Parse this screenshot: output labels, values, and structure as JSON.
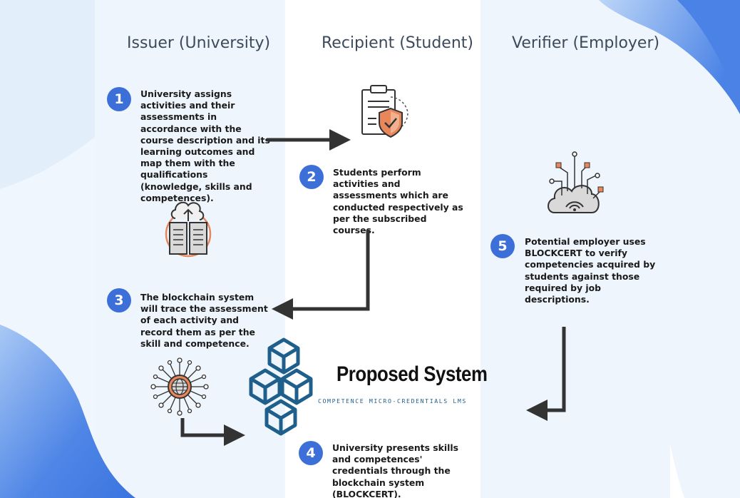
{
  "columns": {
    "issuer": "Issuer (University)",
    "recipient": "Recipient (Student)",
    "verifier": "Verifier (Employer)"
  },
  "steps": [
    {
      "number": "1",
      "text": "University assigns activities and their assessments in accordance with the course description and its learning outcomes and map them with the qualifications (knowledge, skills and competences)."
    },
    {
      "number": "2",
      "text": "Students perform activities and assessments which are conducted respectively as per the subscribed courses."
    },
    {
      "number": "3",
      "text": "The blockchain system will trace the assessment of each activity and record them as per the skill and competence."
    },
    {
      "number": "4",
      "text": "University presents skills and competences' credentials through the blockchain system (BLOCKCERT)."
    },
    {
      "number": "5",
      "text": "Potential employer uses BLOCKCERT to verify competencies acquired by students against those required by job descriptions."
    }
  ],
  "system": {
    "title": "Proposed System",
    "subtitle": "COMPETENCE MICRO-CREDENTIALS LMS"
  },
  "icons": [
    "certificate-shield-icon",
    "cloud-books-icon",
    "cloud-network-icon",
    "globe-network-icon",
    "blockchain-cubes-icon"
  ],
  "colors": {
    "accent": "#3d6fd8",
    "column_bg": "#eef5fd",
    "arrow": "#333333",
    "cube": "#1f5f8b",
    "icon_orange": "#e8875a"
  }
}
